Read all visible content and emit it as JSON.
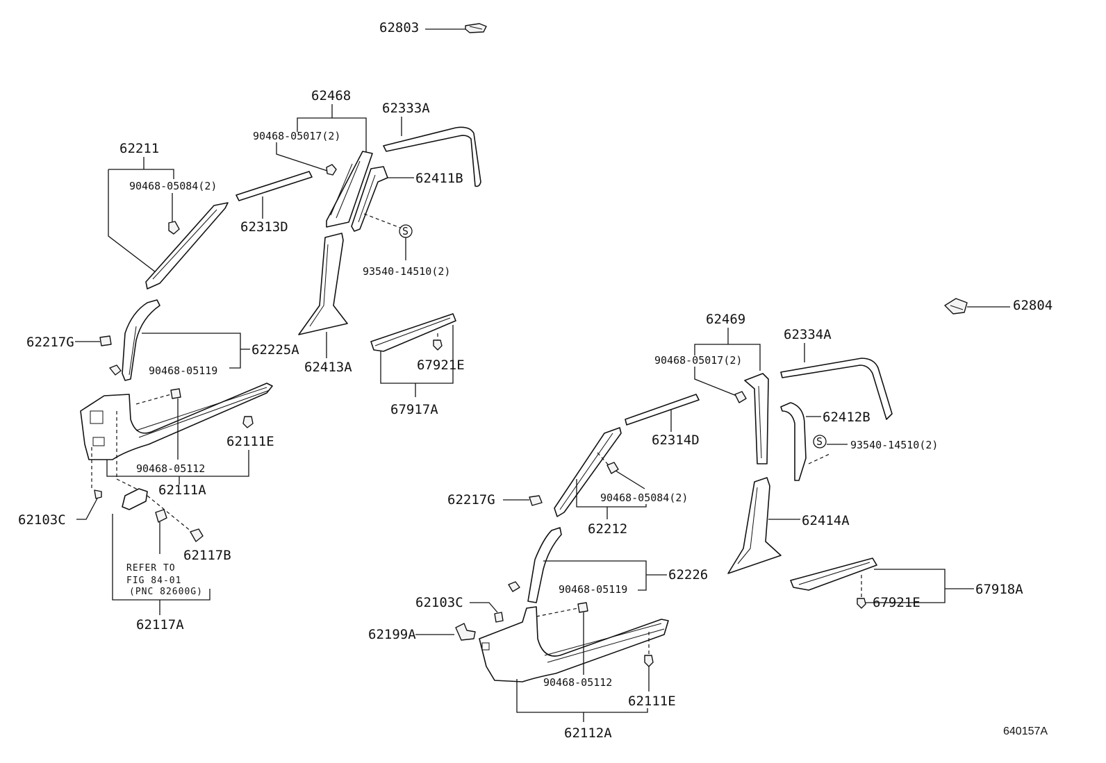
{
  "labels": {
    "p62803": "62803",
    "p62468": "62468",
    "p62333A": "62333A",
    "p62211": "62211",
    "p90468_05017_l": "90468-05017(2)",
    "p90468_05084_l": "90468-05084(2)",
    "p62313D": "62313D",
    "p62411B": "62411B",
    "p93540_l": "93540-14510(2)",
    "p62217G_l": "62217G",
    "p62225A": "62225A",
    "p90468_05119_l": "90468-05119",
    "p62413A": "62413A",
    "p67921E_l": "67921E",
    "p67917A": "67917A",
    "p62111E_l": "62111E",
    "p90468_05112_l": "90468-05112",
    "p62111A": "62111A",
    "p62103C_l": "62103C",
    "p62117B": "62117B",
    "p62117A": "62117A",
    "p62804": "62804",
    "p62469": "62469",
    "p62334A": "62334A",
    "p90468_05017_r": "90468-05017(2)",
    "p62412B": "62412B",
    "p62314D": "62314D",
    "p93540_r": "93540-14510(2)",
    "p62217G_r": "62217G",
    "p90468_05084_r": "90468-05084(2)",
    "p62212": "62212",
    "p62414A": "62414A",
    "p62226": "62226",
    "p90468_05119_r": "90468-05119",
    "p67918A": "67918A",
    "p67921E_r": "67921E",
    "p62103C_r": "62103C",
    "p62199A": "62199A",
    "p90468_05112_r": "90468-05112",
    "p62111E_r": "62111E",
    "p62112A": "62112A"
  },
  "note": {
    "line1": "REFER TO",
    "line2": "FIG 84-01",
    "line3": "(PNC 82600G)"
  },
  "screw_symbol": "S",
  "diagram_code": "640157A"
}
